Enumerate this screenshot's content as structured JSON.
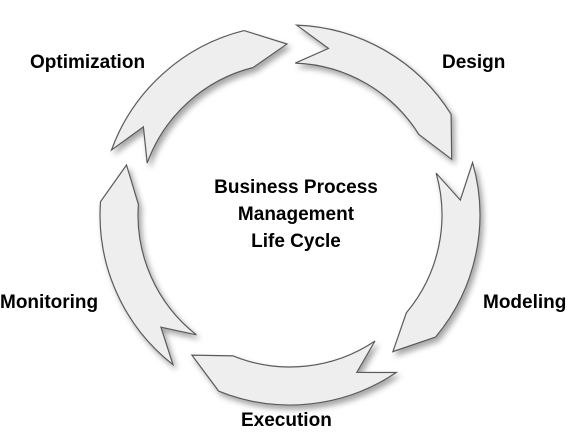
{
  "title_lines": [
    "Business Process",
    "Management",
    "Life Cycle"
  ],
  "stages": [
    "Design",
    "Modeling",
    "Execution",
    "Monitoring",
    "Optimization"
  ],
  "colors": {
    "arrow_fill": "#eeeeee",
    "arrow_stroke": "#5a5a5a",
    "text": "#000000",
    "background": "#ffffff"
  }
}
